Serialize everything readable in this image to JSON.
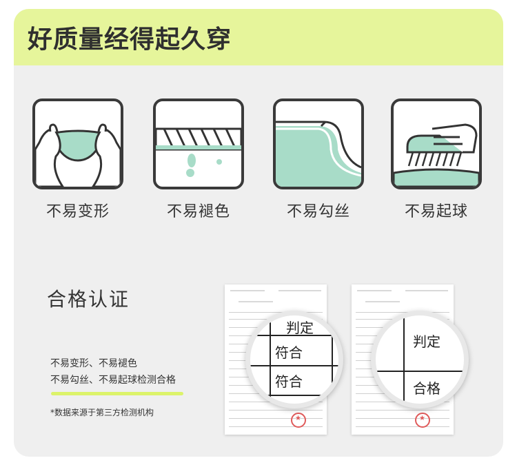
{
  "header": {
    "title": "好质量经得起久穿"
  },
  "features": [
    {
      "label": "不易变形",
      "icon": "hands-stretching-fabric-icon"
    },
    {
      "label": "不易褪色",
      "icon": "twisted-fabric-dripping-icon"
    },
    {
      "label": "不易勾丝",
      "icon": "smooth-fabric-edge-icon"
    },
    {
      "label": "不易起球",
      "icon": "hand-brushing-fabric-icon"
    }
  ],
  "certification": {
    "title": "合格认证",
    "line1": "不易变形、不易褪色",
    "line2": "不易勾丝、不易起球检测合格",
    "note": "*数据来源于第三方检测机构"
  },
  "reports": [
    {
      "header": "判定",
      "rows": [
        "符合",
        "符合"
      ]
    },
    {
      "header": "判定",
      "rows": [
        "合格"
      ]
    }
  ],
  "colors": {
    "accent": "#e6f59b",
    "mint": "#a8dcc8",
    "bar": "#dcf36a"
  }
}
